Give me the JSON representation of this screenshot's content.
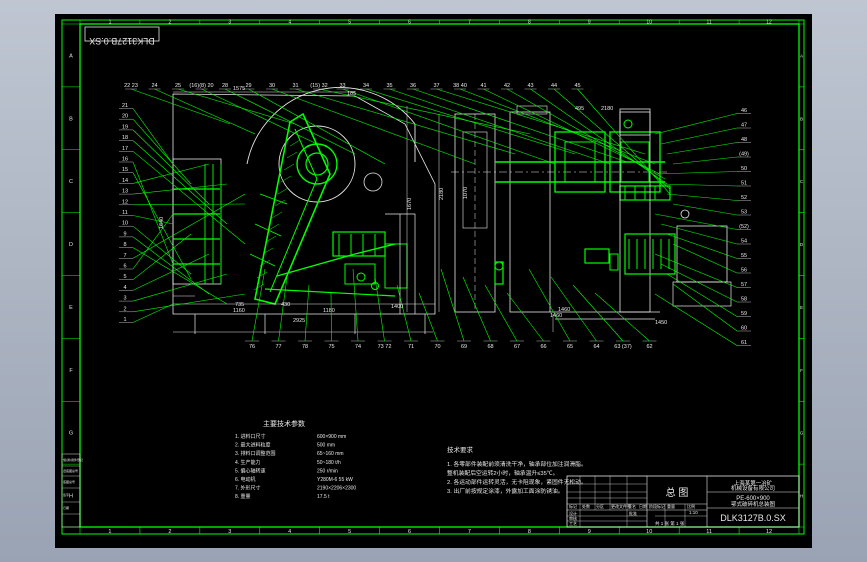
{
  "drawing": {
    "id_top": "DLK3127B.0.SX",
    "id_bottom": "DLK3127B.0.SX",
    "title_center": "总  图",
    "company": [
      "上海某第一冶矿",
      "机械设备有限公司"
    ],
    "model": "PE-600×900",
    "machine_name": "鄂式破碎机总装图"
  },
  "border": {
    "cols": [
      "1",
      "2",
      "3",
      "4",
      "5",
      "6",
      "7",
      "8",
      "9",
      "10",
      "11",
      "12"
    ],
    "rows": [
      "A",
      "B",
      "C",
      "D",
      "E",
      "F",
      "G",
      "H"
    ]
  },
  "balloons": {
    "top": [
      "22 23",
      "24",
      "25",
      "(16)(8) 20",
      "28",
      "29",
      "30",
      "31",
      "(15) 32",
      "33",
      "34",
      "35",
      "36",
      "37",
      "38 40",
      "41",
      "42",
      "43",
      "44",
      "45"
    ],
    "left": [
      "21",
      "20",
      "19",
      "18",
      "17",
      "16",
      "15",
      "14",
      "13",
      "12",
      "11",
      "10",
      "9",
      "8",
      "7",
      "6",
      "5",
      "4",
      "3",
      "2",
      "1"
    ],
    "right": [
      "46",
      "47",
      "48",
      "(49)",
      "50",
      "51",
      "52",
      "53",
      "(52)",
      "54",
      "55",
      "56",
      "57",
      "58",
      "59",
      "60",
      "61"
    ],
    "bottom": [
      "76",
      "77",
      "78",
      "75",
      "74",
      "73 72",
      "71",
      "70",
      "69",
      "68",
      "67",
      "66",
      "65",
      "64",
      "63 (37)",
      "62"
    ]
  },
  "dims": [
    "1575",
    "185",
    "495",
    "2180",
    "1670",
    "2180",
    "1460",
    "1450",
    "1070",
    "1640",
    "1160",
    "1180",
    "2925",
    "1400",
    "430",
    "735",
    "1460"
  ],
  "spec_table": {
    "title": "主要技术参数",
    "rows": [
      [
        "1. 进料口尺寸",
        "600×900 mm"
      ],
      [
        "2. 最大进料粒度",
        "500 mm"
      ],
      [
        "3. 排料口调整范围",
        "65~160 mm"
      ],
      [
        "4. 生产能力",
        "50~180 t/h"
      ],
      [
        "5. 偏心轴转速",
        "250 r/min"
      ],
      [
        "6. 电动机",
        "Y280M-6  55 kW"
      ],
      [
        "7. 外形尺寸",
        "2190×2206×2300"
      ],
      [
        "8. 重量",
        "17.5 t"
      ]
    ]
  },
  "notes": {
    "title": "技术要求",
    "lines": [
      "1. 各零部件装配前须清洗干净，轴承部位加注润滑脂。",
      "   整机装配后空运转2小时，轴承温升≤35℃。",
      "2. 各运动部件运转灵活，无卡阻现象，紧固件无松动。",
      "3. 出厂前按规定涂漆，外露加工面涂防锈油。"
    ]
  },
  "title_block": {
    "header": [
      "标记",
      "处数",
      "分区",
      "更改文件号",
      "签名",
      "日期"
    ],
    "rows": [
      "设计",
      "审核",
      "工艺",
      "批准"
    ],
    "stage": [
      "阶段标记",
      "重量",
      "比例"
    ],
    "scale": "1:10",
    "sheet": "共 1 张  第 1 张"
  },
  "side_block": [
    "借(通)用件登记",
    "旧底图总号",
    "底图总号",
    "签字",
    "日期"
  ]
}
